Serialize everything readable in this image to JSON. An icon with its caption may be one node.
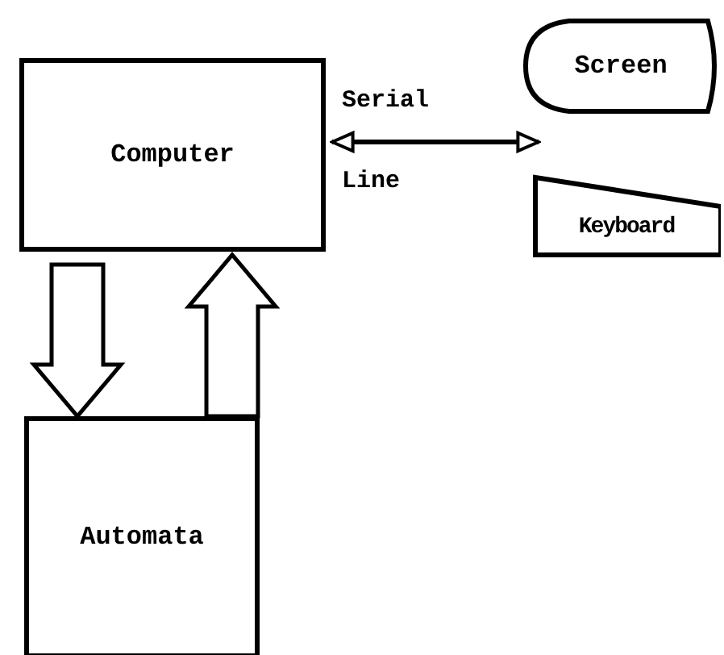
{
  "diagram": {
    "nodes": [
      {
        "text": [
          "Computer"
        ]
      },
      {
        "text": [
          "Screen"
        ]
      },
      {
        "text": [
          "Keyboard"
        ]
      },
      {
        "text": [
          "Automata"
        ]
      }
    ],
    "edges": [
      {
        "from": 0,
        "to": 3,
        "arrow": "to"
      },
      {
        "from": 3,
        "to": 0,
        "arrow": "to"
      },
      {
        "from": 0,
        "to": 2,
        "arrow": "both",
        "label": "Serial Line"
      }
    ]
  }
}
